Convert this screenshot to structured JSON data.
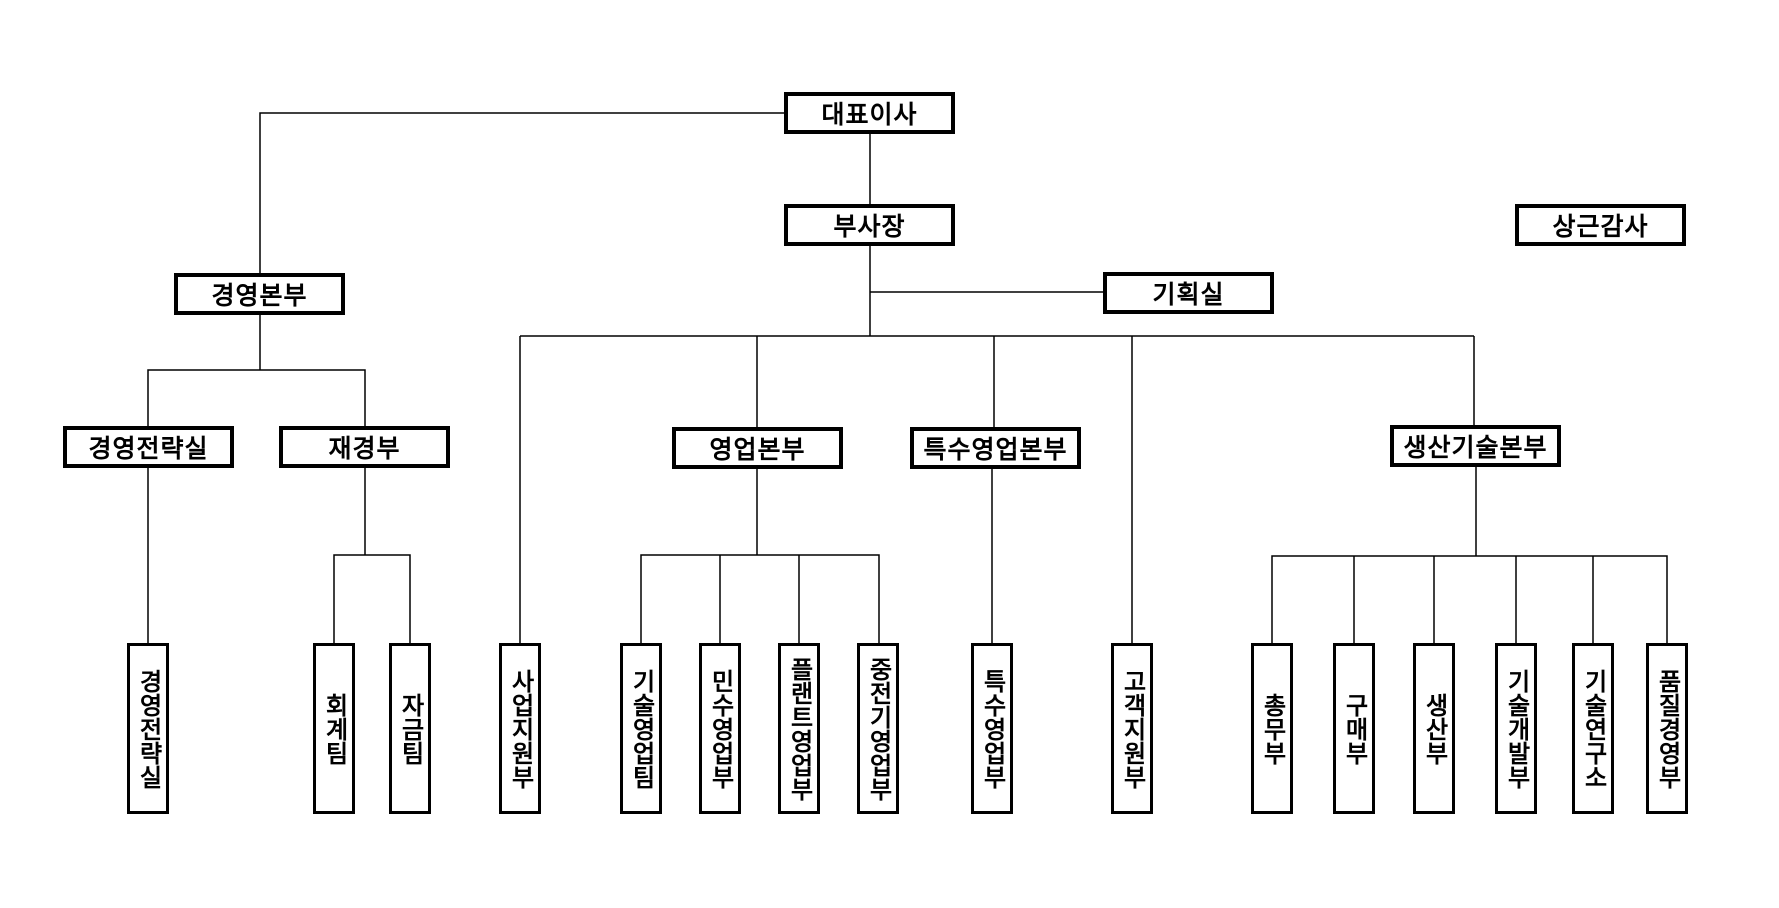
{
  "diagram": {
    "type": "organization-chart",
    "nodes": {
      "ceo": "대표이사",
      "vice_president": "부사장",
      "standing_auditor": "상근감사",
      "management_hq": "경영본부",
      "planning_office": "기획실",
      "management_strategy_office": "경영전략실",
      "finance_dept": "재경부",
      "sales_hq": "영업본부",
      "special_sales_hq": "특수영업본부",
      "production_tech_hq": "생산기술본부",
      "management_strategy_branch": "경영전략실",
      "accounting_team": "회계팀",
      "treasury_team": "자금팀",
      "business_support_dept": "사업지원부",
      "tech_sales_team": "기술영업팀",
      "civil_sales_dept": "민수영업부",
      "plant_sales_dept": "플랜트영업부",
      "heavy_electric_sales_dept": "중전기영업부",
      "special_sales_dept": "특수영업부",
      "customer_support_dept": "고객지원부",
      "general_affairs_dept": "총무부",
      "purchasing_dept": "구매부",
      "production_dept": "생산부",
      "tech_development_dept": "기술개발부",
      "tech_research_institute": "기술연구소",
      "quality_management_dept": "품질경영부"
    },
    "hierarchy": {
      "ceo": [
        "vice_president",
        "management_hq"
      ],
      "vice_president": [
        "planning_office",
        "business_support_dept",
        "sales_hq",
        "special_sales_hq",
        "customer_support_dept",
        "production_tech_hq"
      ],
      "management_hq": [
        "management_strategy_office",
        "finance_dept"
      ],
      "management_strategy_office": [
        "management_strategy_branch"
      ],
      "finance_dept": [
        "accounting_team",
        "treasury_team"
      ],
      "sales_hq": [
        "tech_sales_team",
        "civil_sales_dept",
        "plant_sales_dept",
        "heavy_electric_sales_dept"
      ],
      "special_sales_hq": [
        "special_sales_dept"
      ],
      "production_tech_hq": [
        "general_affairs_dept",
        "purchasing_dept",
        "production_dept",
        "tech_development_dept",
        "tech_research_institute",
        "quality_management_dept"
      ],
      "standing_auditor": []
    }
  }
}
